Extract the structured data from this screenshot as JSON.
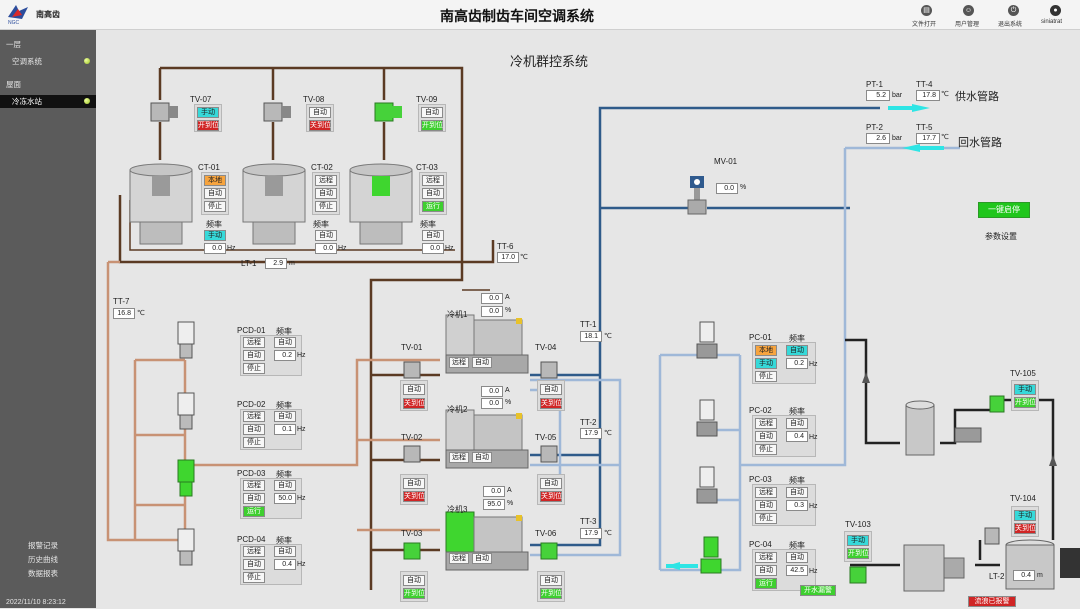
{
  "header": {
    "logo_sub": "NGC",
    "brand": "南高齿",
    "title": "南高齿制齿车间空调系统",
    "toolbar": [
      {
        "label": "文件打开",
        "icon": "folder-icon"
      },
      {
        "label": "用户管理",
        "icon": "user-icon"
      },
      {
        "label": "退出系统",
        "icon": "power-icon"
      },
      {
        "label": "siniatrat",
        "icon": "user-avatar-icon"
      }
    ]
  },
  "sidebar": {
    "items": [
      {
        "label": "一层",
        "type": "group"
      },
      {
        "label": "空调系统",
        "type": "item"
      },
      {
        "label": "屋面",
        "type": "group"
      },
      {
        "label": "冷冻水站",
        "type": "item",
        "active": true
      }
    ],
    "bottom": [
      {
        "label": "报警记录"
      },
      {
        "label": "历史曲线"
      },
      {
        "label": "数据报表"
      }
    ],
    "clock": "2022/11/10  8:23:12"
  },
  "main": {
    "title": "冷机群控系统",
    "one_key": "一键启停",
    "param": "参数设置",
    "supply": {
      "pt": "PT-1",
      "pt_val": "5.2",
      "pt_unit": "bar",
      "tt": "TT-4",
      "tt_val": "17.8",
      "tt_unit": "℃",
      "label": "供水管路"
    },
    "return": {
      "pt": "PT-2",
      "pt_val": "2.6",
      "pt_unit": "bar",
      "tt": "TT-5",
      "tt_val": "17.7",
      "tt_unit": "℃",
      "label": "回水管路"
    },
    "mv01": {
      "name": "MV-01",
      "val": "0.0",
      "unit": "%"
    },
    "tt6": {
      "name": "TT-6",
      "val": "17.0",
      "unit": "℃"
    },
    "tt7": {
      "name": "TT-7",
      "val": "16.8",
      "unit": "℃"
    },
    "lt1": {
      "name": "LT-1",
      "val": "2.9",
      "unit": "m"
    },
    "lt2": {
      "name": "LT-2",
      "val": "0.4",
      "unit": "m"
    },
    "tv_top": [
      {
        "name": "TV-07",
        "mode": "手动",
        "state": "开到位"
      },
      {
        "name": "TV-08",
        "mode": "自动",
        "state": "关到位"
      },
      {
        "name": "TV-09",
        "mode": "自动",
        "state": "开到位"
      }
    ],
    "towers": [
      {
        "name": "CT-01",
        "b1": "本地",
        "b2": "自动",
        "b3": "停止",
        "freq": "频率",
        "mode": "手动",
        "val": "0.0",
        "unit": "Hz"
      },
      {
        "name": "CT-02",
        "b1": "远程",
        "b2": "自动",
        "b3": "停止",
        "freq": "频率",
        "mode": "自动",
        "val": "0.0",
        "unit": "Hz"
      },
      {
        "name": "CT-03",
        "b1": "远程",
        "b2": "自动",
        "b3": "运行",
        "freq": "频率",
        "mode": "自动",
        "val": "0.0",
        "unit": "Hz"
      }
    ],
    "pcd": [
      {
        "name": "PCD-01",
        "freq": "频率",
        "b1": "远程",
        "b2": "自动",
        "mode": "自动",
        "val": "0.2",
        "unit": "Hz",
        "state": "停止"
      },
      {
        "name": "PCD-02",
        "freq": "频率",
        "b1": "远程",
        "b2": "自动",
        "mode": "自动",
        "val": "0.1",
        "unit": "Hz",
        "state": "停止"
      },
      {
        "name": "PCD-03",
        "freq": "频率",
        "b1": "远程",
        "b2": "自动",
        "mode": "自动",
        "val": "50.0",
        "unit": "Hz",
        "state": "运行"
      },
      {
        "name": "PCD-04",
        "freq": "频率",
        "b1": "远程",
        "b2": "自动",
        "mode": "自动",
        "val": "0.4",
        "unit": "Hz",
        "state": "停止"
      }
    ],
    "chillers": [
      {
        "name": "冷机1",
        "amp": "0.0",
        "amp_unit": "A",
        "pct": "0.0",
        "pct_unit": "%",
        "b1": "远程",
        "b2": "自动"
      },
      {
        "name": "冷机2",
        "amp": "0.0",
        "amp_unit": "A",
        "pct": "0.0",
        "pct_unit": "%",
        "b1": "远程",
        "b2": "自动"
      },
      {
        "name": "冷机3",
        "amp": "0.0",
        "amp_unit": "A",
        "pct": "95.0",
        "pct_unit": "%",
        "b1": "远程",
        "b2": "自动"
      }
    ],
    "tv_left": [
      {
        "name": "TV-01",
        "mode": "自动",
        "state": "关到位"
      },
      {
        "name": "TV-02",
        "mode": "自动",
        "state": "关到位"
      },
      {
        "name": "TV-03",
        "mode": "自动",
        "state": "开到位"
      }
    ],
    "tv_right": [
      {
        "name": "TV-04",
        "mode": "自动",
        "state": "关到位"
      },
      {
        "name": "TV-05",
        "mode": "自动",
        "state": "关到位"
      },
      {
        "name": "TV-06",
        "mode": "自动",
        "state": "开到位"
      }
    ],
    "tt_mid": [
      {
        "name": "TT-1",
        "val": "18.1",
        "unit": "℃"
      },
      {
        "name": "TT-2",
        "val": "17.9",
        "unit": "℃"
      },
      {
        "name": "TT-3",
        "val": "17.9",
        "unit": "℃"
      }
    ],
    "pc": [
      {
        "name": "PC-01",
        "freq": "频率",
        "b1": "本地",
        "b2": "手动",
        "b3": "自动",
        "val": "0.2",
        "unit": "Hz",
        "state": "停止"
      },
      {
        "name": "PC-02",
        "freq": "频率",
        "b1": "远程",
        "b2": "自动",
        "b3": "自动",
        "val": "0.4",
        "unit": "Hz",
        "state": "停止"
      },
      {
        "name": "PC-03",
        "freq": "频率",
        "b1": "远程",
        "b2": "自动",
        "b3": "自动",
        "val": "0.3",
        "unit": "Hz",
        "state": "停止"
      },
      {
        "name": "PC-04",
        "freq": "频率",
        "b1": "远程",
        "b2": "自动",
        "b3": "自动",
        "val": "42.5",
        "unit": "Hz",
        "state": "运行"
      }
    ],
    "tv103": {
      "name": "TV-103",
      "mode": "手动",
      "state": "开到位"
    },
    "tv104": {
      "name": "TV-104",
      "mode": "手动",
      "state": "关到位"
    },
    "tv105": {
      "name": "TV-105",
      "mode": "手动",
      "state": "开到位"
    },
    "bottom_tags": {
      "drain": "开水漏警",
      "alarm": "流浪已报警"
    }
  },
  "colors": {
    "brown": "#5b3a23",
    "salmon": "#c89274",
    "blue": "#2f5b8a",
    "lightblue": "#9fb8d8",
    "black": "#222222"
  }
}
